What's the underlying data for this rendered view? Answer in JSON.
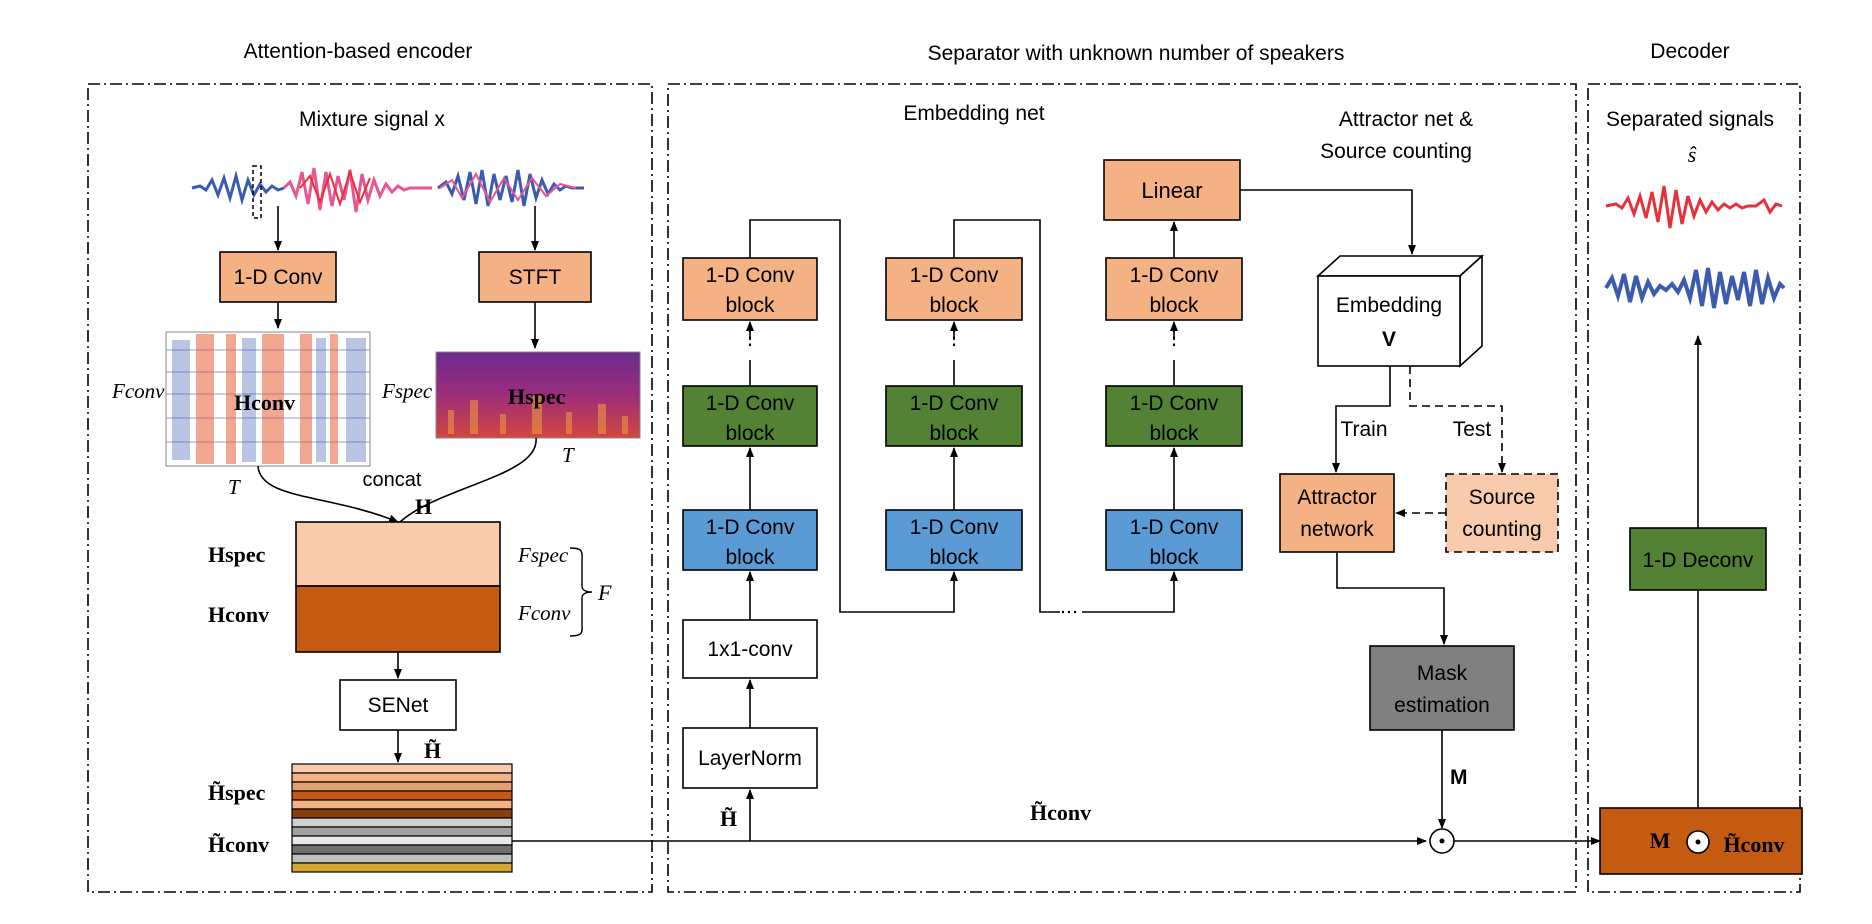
{
  "sections": {
    "encoder_title": "Attention-based encoder",
    "separator_title": "Separator with unknown number of speakers",
    "decoder_title": "Decoder"
  },
  "encoder": {
    "mixture_label": "Mixture signal x",
    "conv_label": "1-D Conv",
    "stft_label": "STFT",
    "f_conv": "Fconv",
    "h_conv": "Hconv",
    "f_spec": "Fspec",
    "h_spec": "Hspec",
    "t_left": "T",
    "t_right": "T",
    "concat": "concat",
    "h": "H",
    "stack_h_spec": "Hspec",
    "stack_h_conv": "Hconv",
    "stack_f_spec": "Fspec",
    "stack_f_conv": "Fconv",
    "f": "F",
    "senet": "SENet",
    "h_tilde": "H̃",
    "h_tilde_spec": "H̃spec",
    "h_tilde_conv": "H̃conv"
  },
  "separator": {
    "embedding_net_label": "Embedding net",
    "attractor_title": "Attractor net &",
    "source_counting_title": "Source counting",
    "block_label_1": "1-D Conv",
    "block_label_2": "block",
    "ellipsis": "⋮",
    "pointconv": "1x1-conv",
    "layernorm": "LayerNorm",
    "h_tilde_input": "H̃",
    "h_tilde_conv_line": "H̃conv",
    "linear": "Linear",
    "embedding_label": "Embedding",
    "embedding_v": "V",
    "train": "Train",
    "test": "Test",
    "attractor_1": "Attractor",
    "attractor_2": "network",
    "source_1": "Source",
    "source_2": "counting",
    "mask_1": "Mask",
    "mask_2": "estimation",
    "m_label": "M",
    "odot": "⊙"
  },
  "decoder": {
    "separated_label": "Separated signals",
    "s_hat": "ŝ",
    "deconv": "1-D Deconv",
    "product_m": "M",
    "product_h": "H̃conv"
  },
  "colors": {
    "salmon": "#f4b183",
    "green": "#548235",
    "blue": "#5b9bd5",
    "gray": "#808080",
    "rust": "#c55a11",
    "light_peach": "#f8cbad",
    "wave_red": "#e8303a",
    "wave_blue": "#3a5bb0",
    "wave_pink": "#e85590"
  }
}
